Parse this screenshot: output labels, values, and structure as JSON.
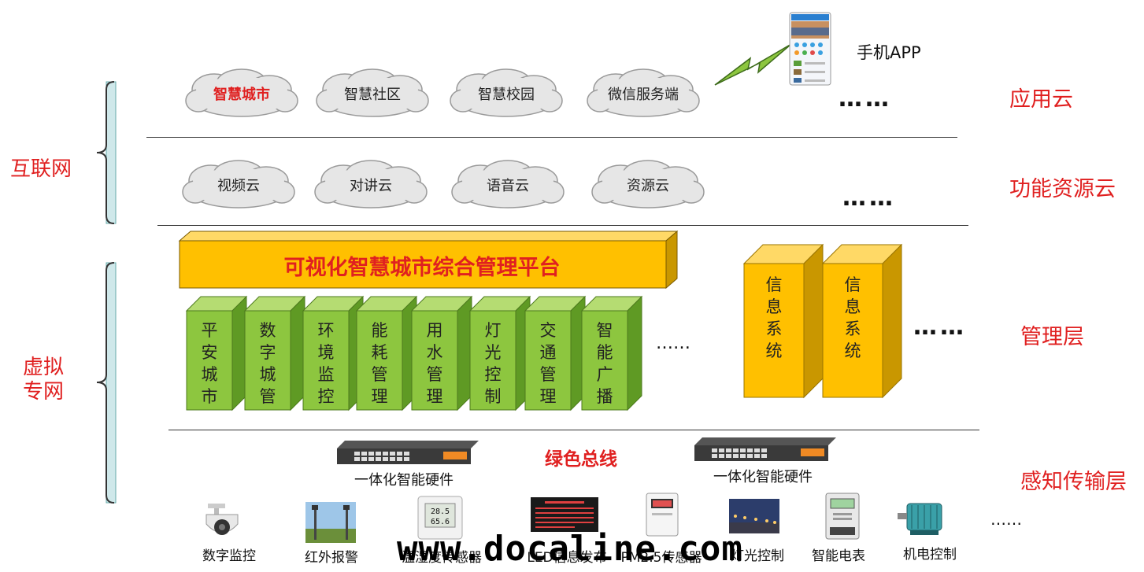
{
  "left_labels": {
    "internet": "互联网",
    "private_net": "虚拟\n专网"
  },
  "layers": {
    "app_cloud": "应用云",
    "func_cloud": "功能资源云",
    "mgmt": "管理层",
    "sense": "感知传输层"
  },
  "app_clouds": [
    "智慧城市",
    "智慧社区",
    "智慧校园",
    "微信服务端"
  ],
  "func_clouds": [
    "视频云",
    "对讲云",
    "语音云",
    "资源云"
  ],
  "phone_app": "手机APP",
  "ellipsis": "……",
  "platform_title": "可视化智慧城市综合管理平台",
  "modules": [
    "平\n安\n城\n市",
    "数\n字\n城\n管",
    "环\n境\n监\n控",
    "能\n耗\n管\n理",
    "用\n水\n管\n理",
    "灯\n光\n控\n制",
    "交\n通\n管\n理",
    "智\n能\n广\n播"
  ],
  "info_systems": [
    "信\n息\n系\n统",
    "信\n息\n系\n统"
  ],
  "bus_label": "绿色总线",
  "hardware_caption": "一体化智能硬件",
  "sensors": [
    "数字监控",
    "红外报警",
    "温湿度传感器",
    "LED信息发布",
    "PM2.5传感器",
    "灯光控制",
    "智能电表",
    "机电控制"
  ],
  "watermark": "www.docaline.com",
  "colors": {
    "red": "#e02020",
    "green": "#8dc63f",
    "orange": "#ffc000",
    "bracket": "#cfe8ea"
  }
}
